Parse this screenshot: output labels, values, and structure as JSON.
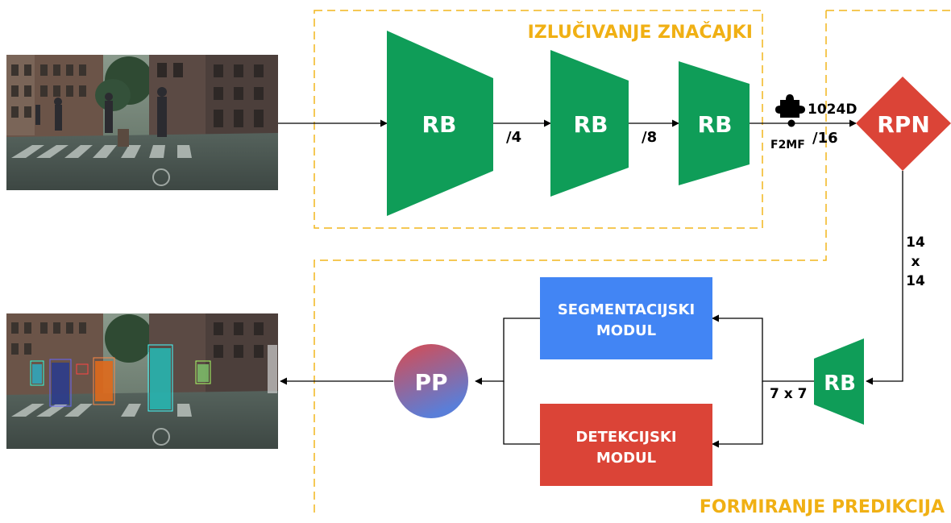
{
  "colors": {
    "region_border": "#f2b51d",
    "region_title": "#f0b014",
    "rb_green": "#0f9d58",
    "rpn_red": "#db4437",
    "segmentation_blue": "#4285f4",
    "detection_red": "#db4437",
    "pp_gradient_top": "#d94a4f",
    "pp_gradient_bottom": "#5a7ed8",
    "line": "#000000"
  },
  "regions": {
    "feature_extraction_title": "IZLUČIVANJE ZNAČAJKI",
    "prediction_title": "FORMIRANJE PREDIKCIJA"
  },
  "images": {
    "input_scene": "street-scene-photo",
    "output_scene": "street-scene-with-detections"
  },
  "blocks": {
    "rb1": "RB",
    "rb2": "RB",
    "rb3": "RB",
    "rb4": "RB",
    "rpn": "RPN",
    "pp": "PP",
    "segmentation_line1": "SEGMENTACIJSKI",
    "segmentation_line2": "MODUL",
    "detection_line1": "DETEKCIJSKI",
    "detection_line2": "MODUL"
  },
  "labels": {
    "stride4": "/4",
    "stride8": "/8",
    "stride16": "/16",
    "dim1024": "1024D",
    "f2mf": "F2MF",
    "roi14_a": "14",
    "roi14_x": "x",
    "roi14_b": "14",
    "roi7": "7 x 7"
  },
  "icons": {
    "f2mf_icon": "puzzle-piece-icon"
  }
}
